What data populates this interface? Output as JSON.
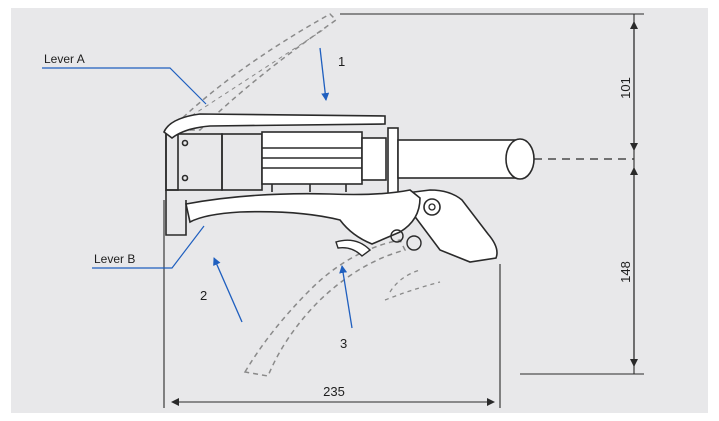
{
  "labels": {
    "lever_a": "Lever A",
    "lever_b": "Lever B",
    "step_1": "1",
    "step_2": "2",
    "step_3": "3"
  },
  "dimensions": {
    "top_height": "101",
    "bottom_height": "148",
    "length": "235"
  },
  "colors": {
    "background": "#e8e8ea",
    "line": "#2a2a2a",
    "arrow": "#1f5fbf",
    "dashed": "#8a8a8a"
  }
}
